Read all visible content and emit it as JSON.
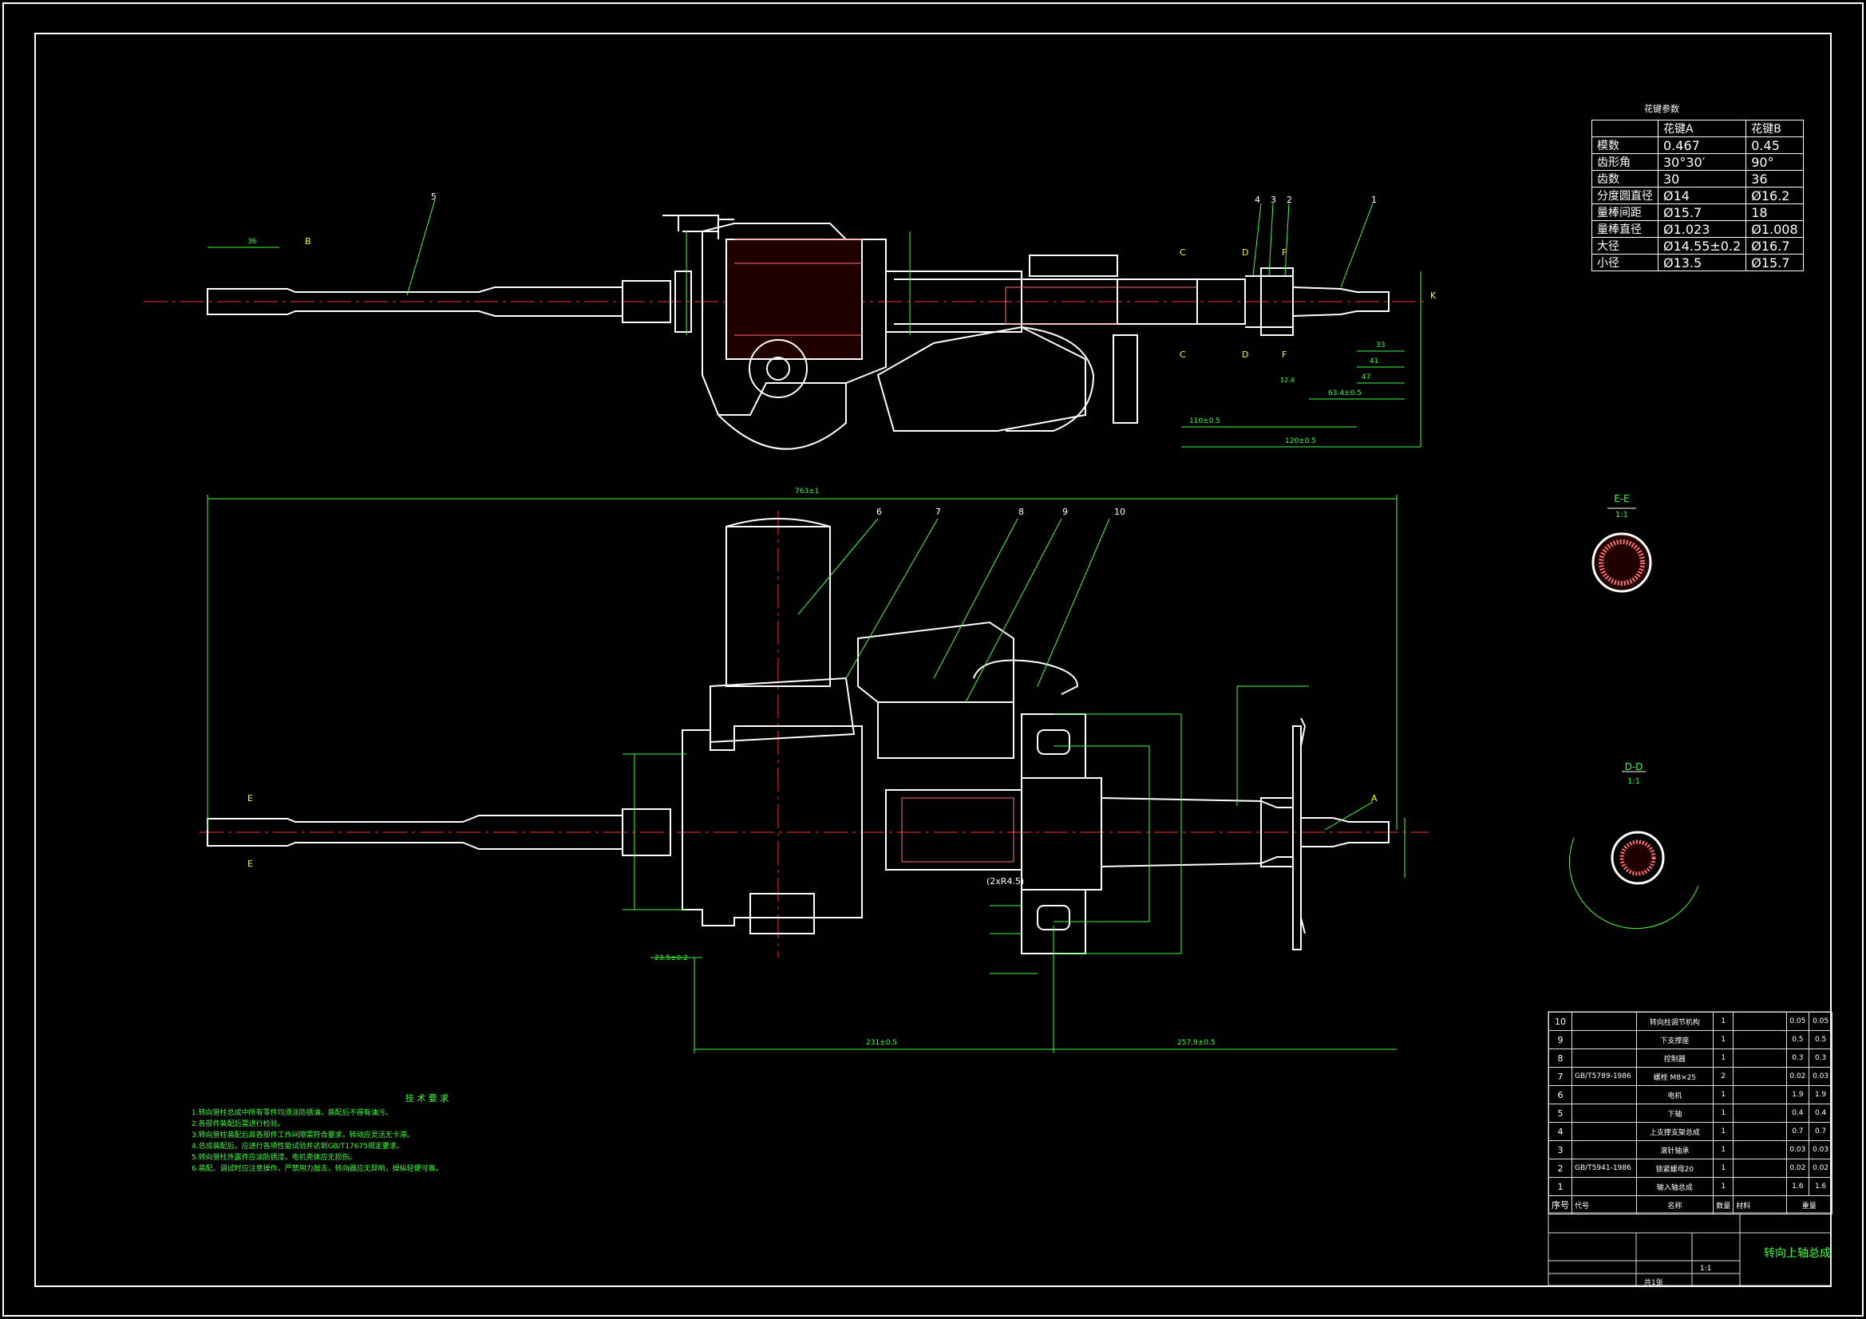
{
  "spline_params": {
    "title": "花键参数",
    "headers": [
      "",
      "花键A",
      "花键B"
    ],
    "rows": [
      {
        "label": "模数",
        "a": "0.467",
        "b": "0.45"
      },
      {
        "label": "齿形角",
        "a": "30°30′",
        "b": "90°"
      },
      {
        "label": "齿数",
        "a": "30",
        "b": "36"
      },
      {
        "label": "分度圆直径",
        "a": "Ø14",
        "b": "Ø16.2"
      },
      {
        "label": "量棒间距",
        "a": "Ø15.7",
        "b": "18"
      },
      {
        "label": "量棒直径",
        "a": "Ø1.023",
        "b": "Ø1.008"
      },
      {
        "label": "大径",
        "a": "Ø14.55±0.2",
        "b": "Ø16.7"
      },
      {
        "label": "小径",
        "a": "Ø13.5",
        "b": "Ø15.7"
      }
    ]
  },
  "section_labels": {
    "ee": "E-E",
    "ee_scale": "1:1",
    "dd": "D-D",
    "dd_scale": "1:1"
  },
  "callouts": [
    "1",
    "2",
    "3",
    "4",
    "5",
    "6",
    "7",
    "8",
    "9",
    "10"
  ],
  "view_letters": {
    "a": "A",
    "b": "B",
    "c": "C",
    "d": "D",
    "e": "E",
    "f": "F",
    "k": "K"
  },
  "dimensions": {
    "overall": "763±1",
    "left_span": "231±0.5",
    "right_span": "257.9±0.5",
    "bolt": "(2xR4.5)",
    "d_width": "23.5±0.2",
    "d_top1": "120±0.5",
    "d_top2": "110±0.5",
    "d_top3": "63.4±0.5",
    "d_47": "47",
    "d_41": "41",
    "d_33": "33",
    "d_12": "12.4",
    "d_36": "36"
  },
  "tech_notes": {
    "title": "技 术 要 求",
    "lines": [
      "1.转向管柱总成中所有零件均须涂防锈油，装配后不得有油污。",
      "2.各部件装配后需进行检验。",
      "3.转向管柱装配后其各部件工作间隙需符合要求，转动应灵活无卡滞。",
      "4.总成装配后，应进行各项性能试验并达到GB/T17675规定要求。",
      "5.转向管柱外露件应涂防锈漆，电机壳体应无损伤。",
      "6.装配、调试时应注意操作，严禁用力敲击，转向器应无异响，操纵轻便可靠。"
    ]
  },
  "bom": [
    {
      "no": "10",
      "std": "",
      "name": "转向柱调节机构",
      "qty": "1",
      "mat": "",
      "w1": "0.05",
      "w2": "0.05"
    },
    {
      "no": "9",
      "std": "",
      "name": "下支撑座",
      "qty": "1",
      "mat": "",
      "w1": "0.5",
      "w2": "0.5"
    },
    {
      "no": "8",
      "std": "",
      "name": "控制器",
      "qty": "1",
      "mat": "",
      "w1": "0.3",
      "w2": "0.3"
    },
    {
      "no": "7",
      "std": "GB/T5789-1986",
      "name": "螺栓 M8×25",
      "qty": "2",
      "mat": "",
      "w1": "0.02",
      "w2": "0.03"
    },
    {
      "no": "6",
      "std": "",
      "name": "电机",
      "qty": "1",
      "mat": "",
      "w1": "1.9",
      "w2": "1.9"
    },
    {
      "no": "5",
      "std": "",
      "name": "下轴",
      "qty": "1",
      "mat": "",
      "w1": "0.4",
      "w2": "0.4"
    },
    {
      "no": "4",
      "std": "",
      "name": "上支撑支架总成",
      "qty": "1",
      "mat": "",
      "w1": "0.7",
      "w2": "0.7"
    },
    {
      "no": "3",
      "std": "",
      "name": "滚针轴承",
      "qty": "1",
      "mat": "",
      "w1": "0.03",
      "w2": "0.03"
    },
    {
      "no": "2",
      "std": "GB/T5941-1986",
      "name": "锁紧螺母20",
      "qty": "1",
      "mat": "",
      "w1": "0.02",
      "w2": "0.02"
    },
    {
      "no": "1",
      "std": "",
      "name": "输入轴总成",
      "qty": "1",
      "mat": "",
      "w1": "1.6",
      "w2": "1.6"
    }
  ],
  "bom_header": {
    "no": "序号",
    "std": "代号",
    "name": "名称",
    "qty": "数量",
    "mat": "材料",
    "w": "重量"
  },
  "title_block": {
    "drawing_title": "转向上轴总成",
    "scale": "1:1",
    "sheet": "共1张"
  },
  "colors": {
    "background": "#000000",
    "outline": "#ffffff",
    "dimension": "#39ff39",
    "center": "#ff3030",
    "hatch": "#ff7070",
    "callout": "#39ff39",
    "letter": "#ffff00"
  }
}
